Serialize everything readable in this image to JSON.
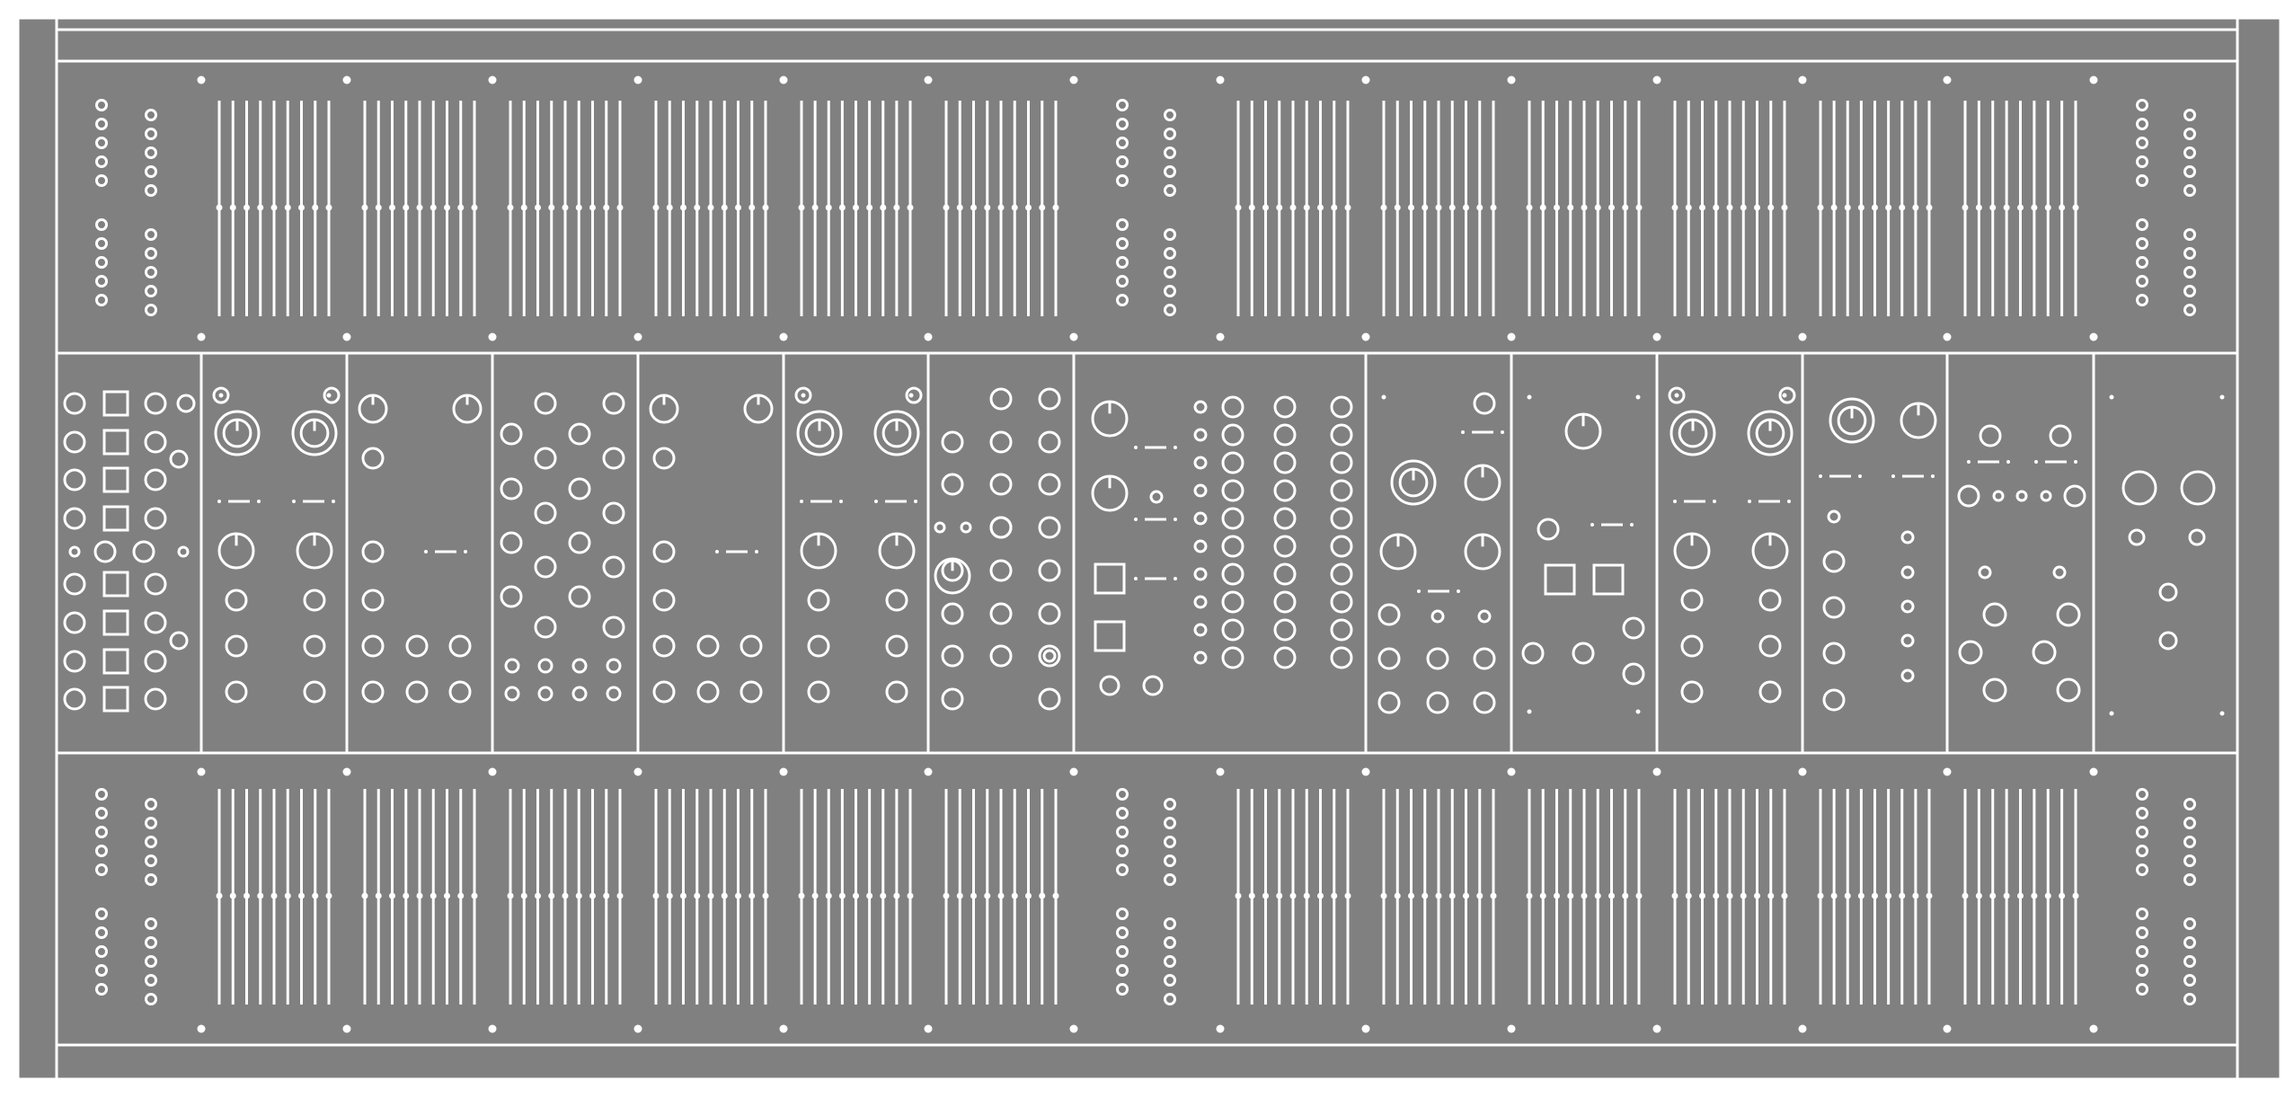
{
  "colors": {
    "panel": "#808080",
    "line": "#ffffff",
    "background": "#ffffff"
  },
  "rack": {
    "frame": [
      "top-rail",
      "bottom-rail",
      "left-cheek",
      "right-cheek"
    ],
    "top_row": {
      "units": [
        "jack-bank",
        "slider-bank",
        "slider-bank",
        "slider-bank",
        "slider-bank",
        "slider-bank",
        "slider-bank",
        "jack-bank",
        "slider-bank",
        "slider-bank",
        "slider-bank",
        "slider-bank",
        "slider-bank",
        "slider-bank",
        "jack-bank"
      ],
      "sliders_per_bank": 9
    },
    "middle_row": {
      "modules": [
        "module-1-switch-matrix",
        "module-2-dual-vco",
        "module-3-mixer",
        "module-4-patch-field",
        "module-5-mixer",
        "module-6-dual-vco",
        "module-7-jack-grid",
        "module-8-sequencer",
        "module-9-vcf",
        "module-10-envelope",
        "module-11-dual-vco",
        "module-12-lfo",
        "module-13-utility",
        "module-14-output"
      ]
    },
    "bottom_row": {
      "units": [
        "jack-bank",
        "slider-bank",
        "slider-bank",
        "slider-bank",
        "slider-bank",
        "slider-bank",
        "slider-bank",
        "jack-bank",
        "slider-bank",
        "slider-bank",
        "slider-bank",
        "slider-bank",
        "slider-bank",
        "slider-bank",
        "jack-bank"
      ],
      "sliders_per_bank": 9
    }
  }
}
